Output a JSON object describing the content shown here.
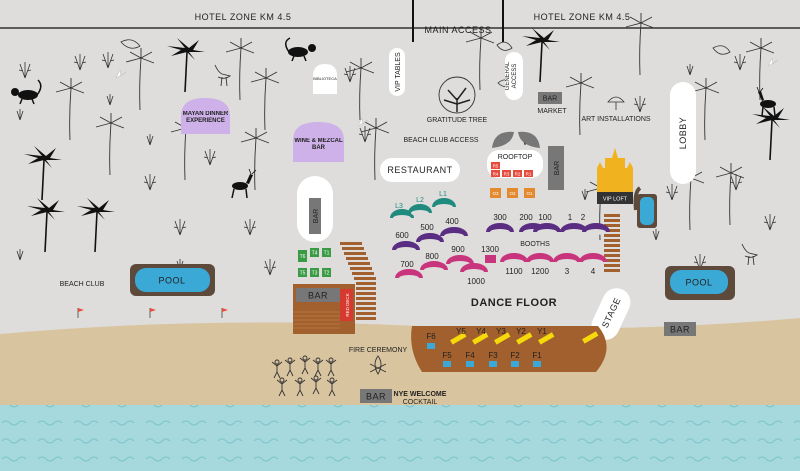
{
  "roads": {
    "left": "HOTEL ZONE KM 4.5",
    "right": "HOTEL ZONE KM 4.5",
    "main_access": "MAIN ACCESS"
  },
  "areas": {
    "mayan_dinner": "MAYAN DINNER EXPERIENCE",
    "wine_bar": "WINE & MEZCAL BAR",
    "biblioteca": "BIBLIOTECA",
    "vip_tables": "VIP TABLES",
    "gratitude_tree": "GRATITUDE TREE",
    "beach_club_access": "BEACH CLUB ACCESS",
    "general_access": "GENERAL ACCESS",
    "market": "MARKET",
    "art_installations": "ART INSTALLATIONS",
    "lobby": "LOBBY",
    "restaurant": "RESTAURANT",
    "rooftop": "ROOFTOP",
    "vip_loft": "VIP LOFT",
    "booths": "BOOTHS",
    "dance_floor": "DANCE FLOOR",
    "stage": "STAGE",
    "beach_club": "BEACH CLUB",
    "pool_left": "POOL",
    "pool_right": "POOL",
    "bar_center": "BAR",
    "bar_tower": "BAR",
    "bar_right": "BAR",
    "bar_beach": "BAR",
    "bar_market": "BAR",
    "bar_rooftop": "BAR",
    "red_deck": "RED DECK",
    "fire_ceremony": "FIRE CEREMONY",
    "nye_welcome": "NYE WELCOME",
    "cocktail": "COCKTAIL"
  },
  "lounge_sets": [
    "L1",
    "L2",
    "L3"
  ],
  "booth_numbers": [
    "300",
    "200",
    "100",
    "1",
    "2",
    "600",
    "500",
    "400",
    "900",
    "800",
    "700",
    "1300",
    "1000",
    "1100",
    "1200",
    "3",
    "4"
  ],
  "tables_t": [
    "T6",
    "T4",
    "T1",
    "T5",
    "T3",
    "T2"
  ],
  "rooftop_tables": [
    "R5",
    "R4",
    "R3",
    "R2",
    "R1",
    "O3",
    "O2",
    "O1"
  ],
  "beach_tables_y": [
    "Y5",
    "Y4",
    "Y3",
    "Y2",
    "Y1"
  ],
  "beach_tables_f": [
    "F6",
    "F5",
    "F4",
    "F3",
    "F2",
    "F1"
  ],
  "colors": {
    "ground": "#dedddb",
    "sand": "#d9c4a0",
    "sea": "#a5d9de",
    "booth": "#5a2d82",
    "lounge": "#1f8a7e",
    "rose": "#c8357d",
    "pool": "#3ba9d6",
    "deck": "#a1602d",
    "rooftop_red": "#e64b3c",
    "yellow": "#f5d90a",
    "lavender": "#cdb1e8",
    "table_green": "#3a9b45"
  }
}
